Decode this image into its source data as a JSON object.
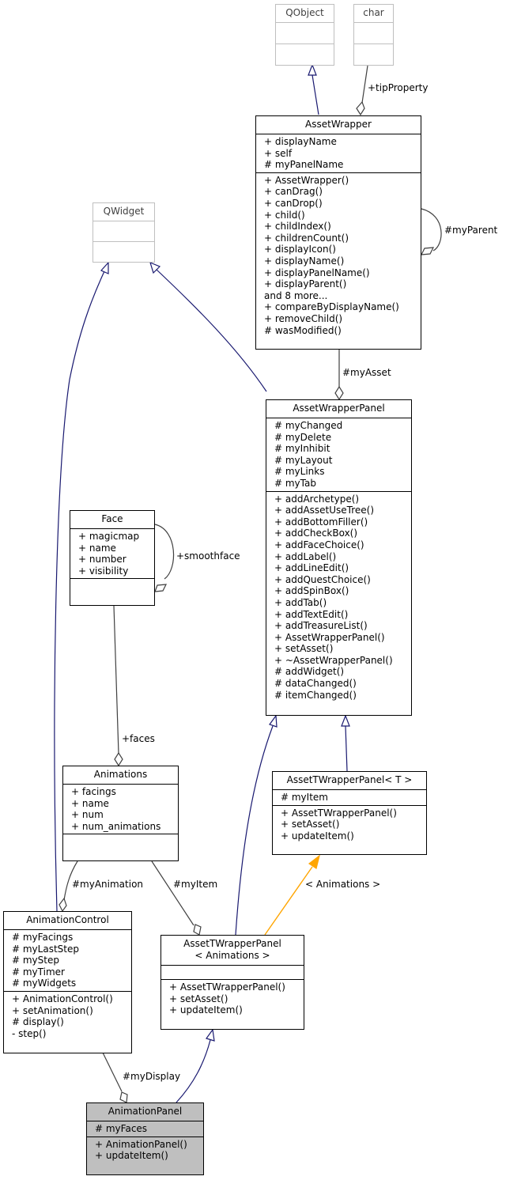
{
  "diagram": {
    "type": "uml-class-collaboration",
    "classes": {
      "qobject": {
        "name": "QObject",
        "attributes": [],
        "methods": [],
        "external": true
      },
      "char": {
        "name": "char",
        "attributes": [],
        "methods": [],
        "external": true
      },
      "qwidget": {
        "name": "QWidget",
        "attributes": [],
        "methods": [],
        "external": true
      },
      "assetwrapper": {
        "name": "AssetWrapper",
        "attributes": [
          "+ displayName",
          "+ self",
          "# myPanelName"
        ],
        "methods": [
          "+ AssetWrapper()",
          "+ canDrag()",
          "+ canDrop()",
          "+ child()",
          "+ childIndex()",
          "+ childrenCount()",
          "+ displayIcon()",
          "+ displayName()",
          "+ displayPanelName()",
          "+ displayParent()",
          "and 8 more...",
          "+ compareByDisplayName()",
          "+ removeChild()",
          "# wasModified()"
        ]
      },
      "assetwrapperpanel": {
        "name": "AssetWrapperPanel",
        "attributes": [
          "# myChanged",
          "# myDelete",
          "# myInhibit",
          "# myLayout",
          "# myLinks",
          "# myTab"
        ],
        "methods": [
          "+ addArchetype()",
          "+ addAssetUseTree()",
          "+ addBottomFiller()",
          "+ addCheckBox()",
          "+ addFaceChoice()",
          "+ addLabel()",
          "+ addLineEdit()",
          "+ addQuestChoice()",
          "+ addSpinBox()",
          "+ addTab()",
          "+ addTextEdit()",
          "+ addTreasureList()",
          "+ AssetWrapperPanel()",
          "+ setAsset()",
          "+ ~AssetWrapperPanel()",
          "# addWidget()",
          "# dataChanged()",
          "# itemChanged()"
        ]
      },
      "face": {
        "name": "Face",
        "attributes": [
          "+ magicmap",
          "+ name",
          "+ number",
          "+ visibility"
        ],
        "methods": []
      },
      "animations": {
        "name": "Animations",
        "attributes": [
          "+ facings",
          "+ name",
          "+ num",
          "+ num_animations"
        ],
        "methods": []
      },
      "atwp_t": {
        "name": "AssetTWrapperPanel< T >",
        "attributes": [
          "# myItem"
        ],
        "methods": [
          "+ AssetTWrapperPanel()",
          "+ setAsset()",
          "+ updateItem()"
        ]
      },
      "animationcontrol": {
        "name": "AnimationControl",
        "attributes": [
          "# myFacings",
          "# myLastStep",
          "# myStep",
          "# myTimer",
          "# myWidgets"
        ],
        "methods": [
          "+ AnimationControl()",
          "+ setAnimation()",
          "# display()",
          "- step()"
        ]
      },
      "atwp_anim": {
        "name": "AssetTWrapperPanel\n< Animations >",
        "attributes": [],
        "methods": [
          "+ AssetTWrapperPanel()",
          "+ setAsset()",
          "+ updateItem()"
        ]
      },
      "animationpanel": {
        "name": "AnimationPanel",
        "attributes": [
          "# myFaces"
        ],
        "methods": [
          "+ AnimationPanel()",
          "+ updateItem()"
        ],
        "focus": true
      }
    },
    "edge_labels": {
      "tipProperty": "+tipProperty",
      "myParent": "#myParent",
      "myAsset": "#myAsset",
      "smoothface": "+smoothface",
      "faces": "+faces",
      "myAnimation": "#myAnimation",
      "myItem": "#myItem",
      "templateArg": "< Animations >",
      "myDisplay": "#myDisplay"
    },
    "colors": {
      "inheritance": "#191970",
      "usage": "#404040",
      "template": "#ffa500",
      "focus_fill": "#bfbfbf",
      "external_border": "#bfbfbf"
    }
  }
}
